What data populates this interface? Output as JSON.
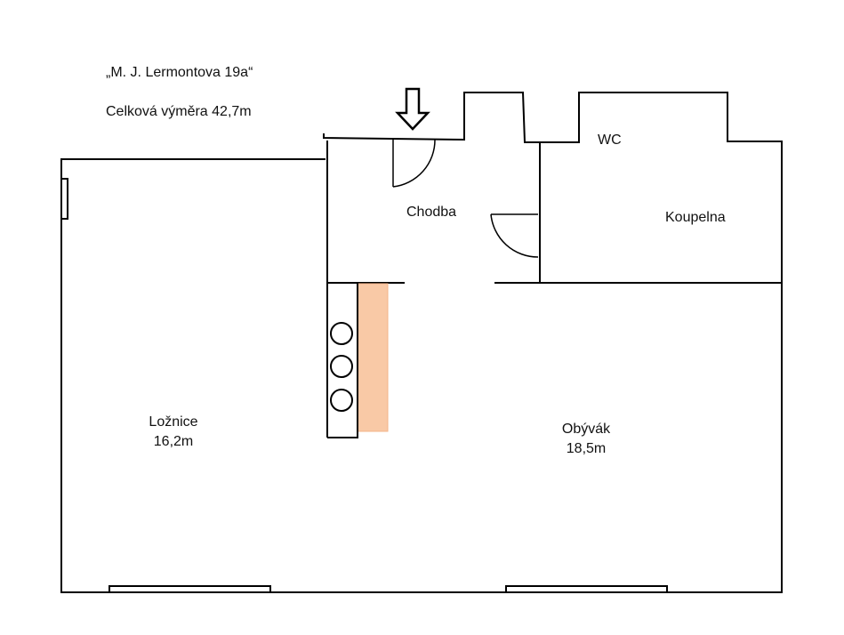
{
  "header": {
    "address": "„M. J. Lermontova 19a“",
    "total_area": "Celková výměra 42,7m"
  },
  "rooms": {
    "hallway": {
      "name": "Chodba"
    },
    "wc": {
      "name": "WC"
    },
    "bathroom": {
      "name": "Koupelna"
    },
    "bedroom": {
      "name": "Ložnice",
      "area": "16,2m"
    },
    "living_room": {
      "name": "Obývák",
      "area": "18,5m"
    }
  },
  "colors": {
    "wall": "#000000",
    "wardrobe_fill": "#f9c9a6",
    "wardrobe_stroke": "#f3b48a",
    "background": "#ffffff"
  },
  "icons": {
    "entrance": "entrance-arrow-icon",
    "door": "door-swing-icon",
    "wardrobe_knob": "circle-icon"
  }
}
